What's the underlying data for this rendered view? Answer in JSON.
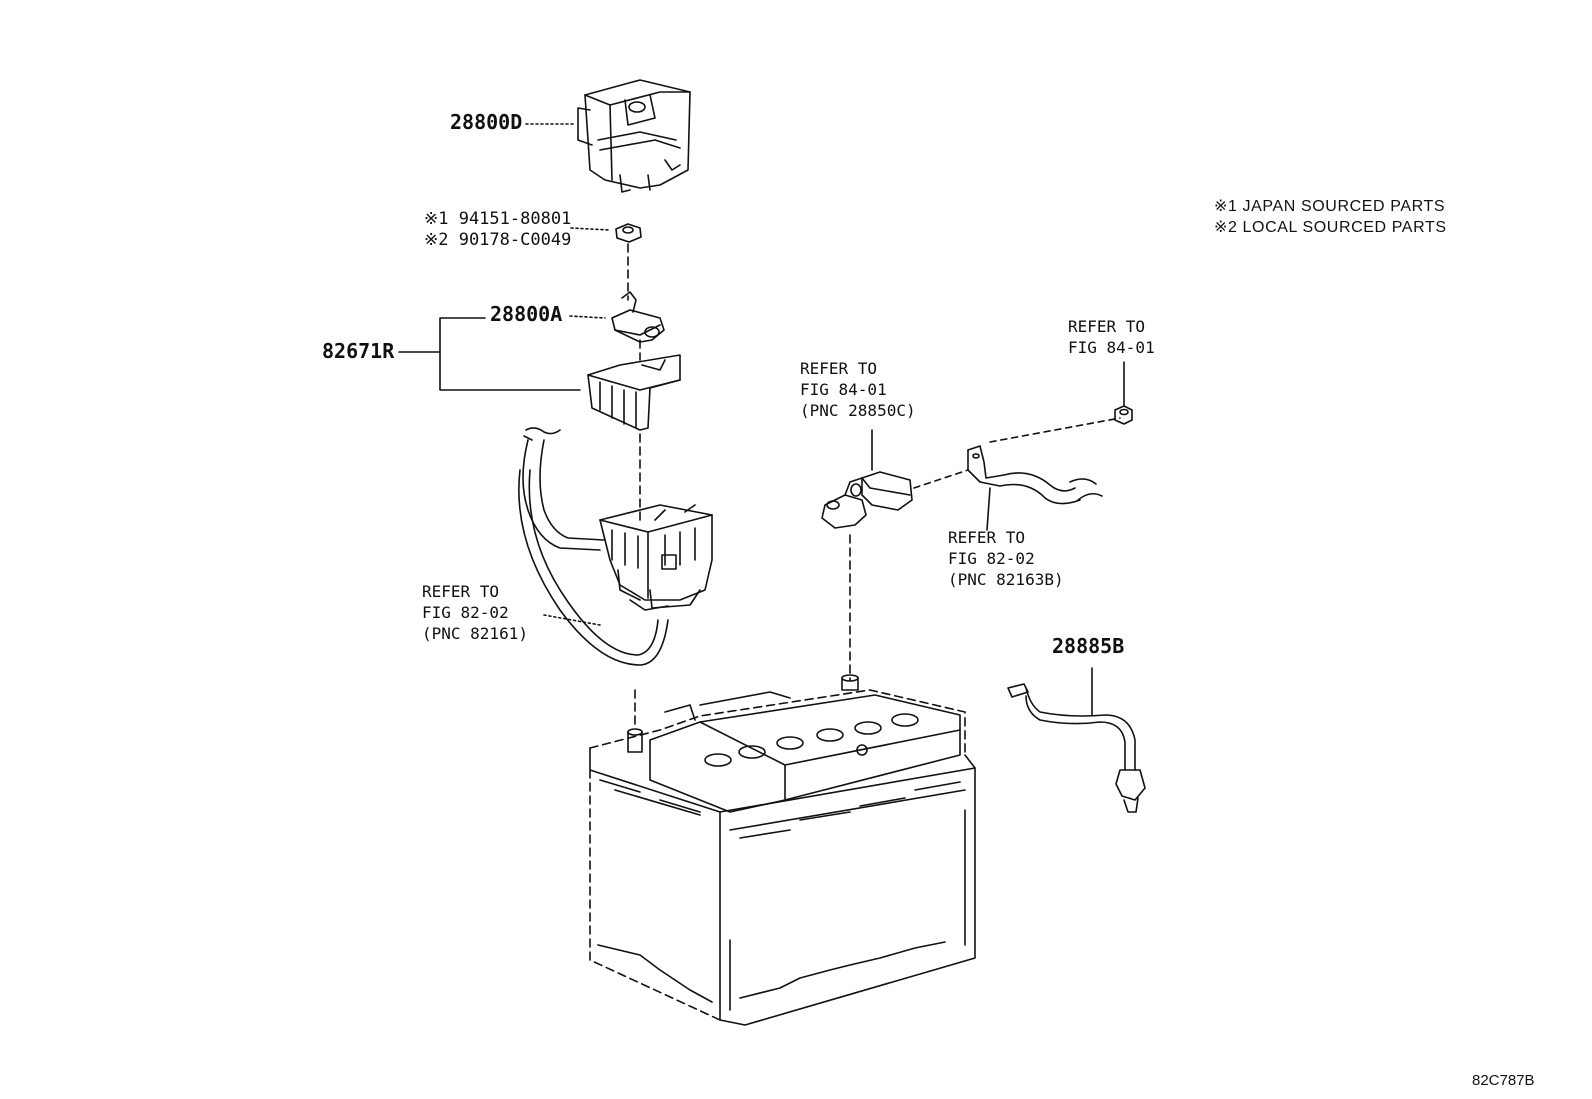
{
  "parts": {
    "p28800D": "28800D",
    "p28800A": "28800A",
    "p82671R": "82671R",
    "p28885B": "28885B",
    "nut_japan": "※1 94151-80801",
    "nut_local": "※2 90178-C0049"
  },
  "legend": {
    "japan": "※1 JAPAN SOURCED PARTS",
    "local": "※2 LOCAL SOURCED PARTS"
  },
  "refs": {
    "sensor": [
      "REFER TO",
      "FIG 84-01",
      "(PNC 28850C)"
    ],
    "nut_right": [
      "REFER TO",
      "FIG 84-01"
    ],
    "cable_right": [
      "REFER TO",
      "FIG 82-02",
      "(PNC 82163B)"
    ],
    "cable_left": [
      "REFER TO",
      "FIG 82-02",
      "(PNC 82161)"
    ]
  },
  "figure_id": "82C787B",
  "colors": {
    "ink": "#111111",
    "paper": "#ffffff"
  }
}
